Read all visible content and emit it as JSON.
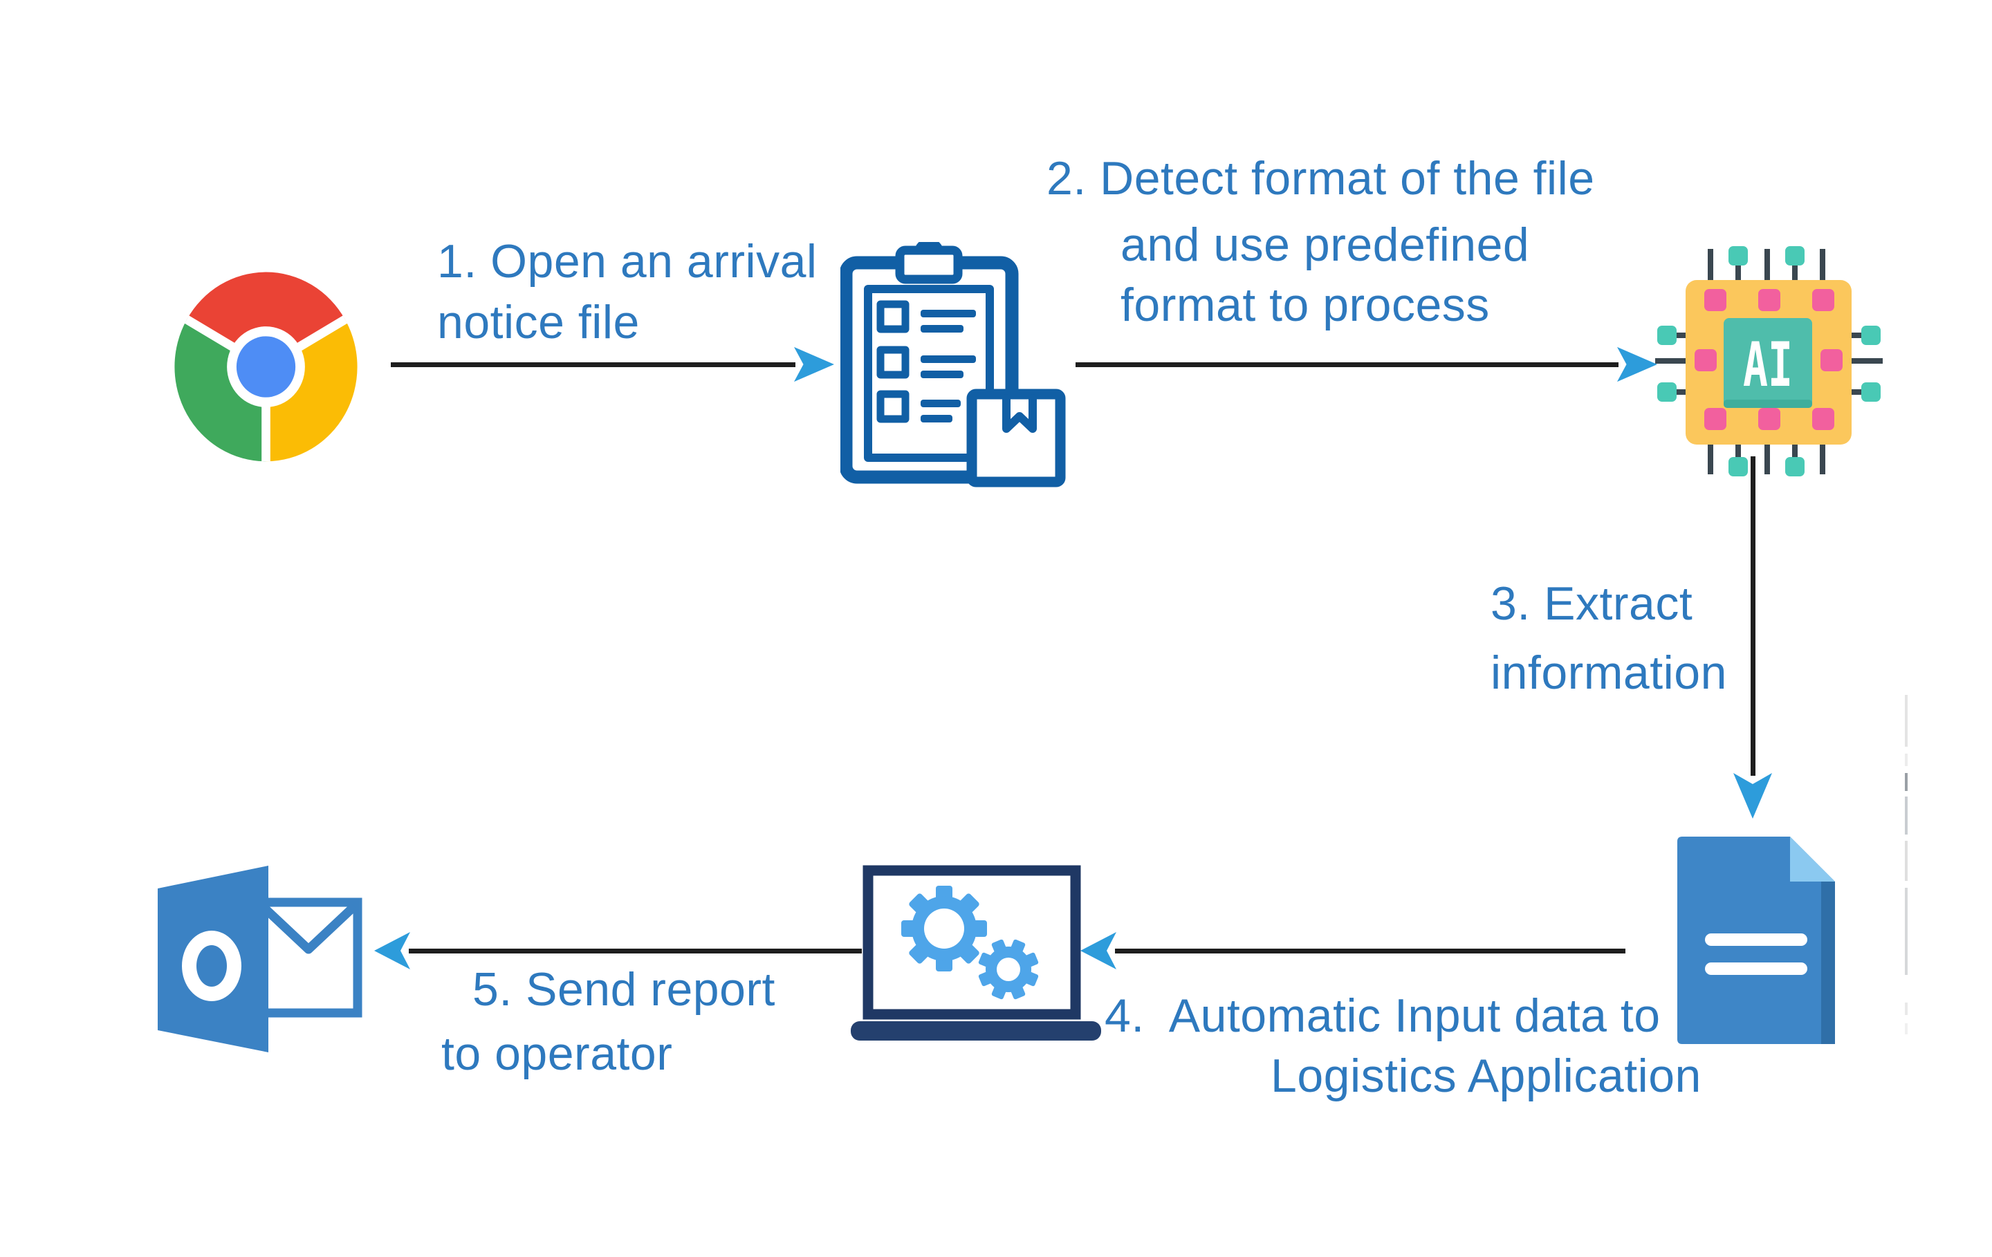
{
  "flow": {
    "description_visible_text_only": "process flow diagram",
    "steps": [
      {
        "icon": "chrome-browser",
        "lines": [
          "1. Open an arrival",
          "notice file"
        ]
      },
      {
        "icon": "clipboard-checklist",
        "lines": [
          "2. Detect format of the file",
          "and use predefined",
          "format to process"
        ]
      },
      {
        "icon": "ai-chip",
        "lines": [
          "3. Extract",
          "information"
        ]
      },
      {
        "icon": "document-file",
        "lines": [
          "4.  Automatic Input data to",
          "Logistics Application"
        ]
      },
      {
        "icon": "outlook-email",
        "lines": [
          "5. Send report",
          "to operator"
        ]
      }
    ],
    "ai_chip_label": "AI"
  },
  "colors": {
    "step_text": "#2e79be",
    "arrowhead": "#2d9cdb",
    "connector": "#1e1e1e",
    "chrome_red": "#ea4335",
    "chrome_green": "#3fa95c",
    "chrome_yellow": "#fbbc05",
    "chrome_blue": "#4e8df5",
    "clipboard_blue": "#115fa5",
    "chip_body": "#fbc75c",
    "chip_core": "#4fbdab",
    "chip_core_shade": "#3fae9c",
    "chip_pad": "#f2609e",
    "chip_pin": "#3a4750",
    "chip_pin_cap": "#49c9b5",
    "document_blue": "#3e86c7",
    "document_fold": "#8bc9f0",
    "document_edge": "#2f6fa8",
    "laptop_navy": "#1f3864",
    "laptop_base": "#24406e",
    "gear_blue": "#4ea5e9",
    "outlook_blue": "#3b82c4"
  }
}
